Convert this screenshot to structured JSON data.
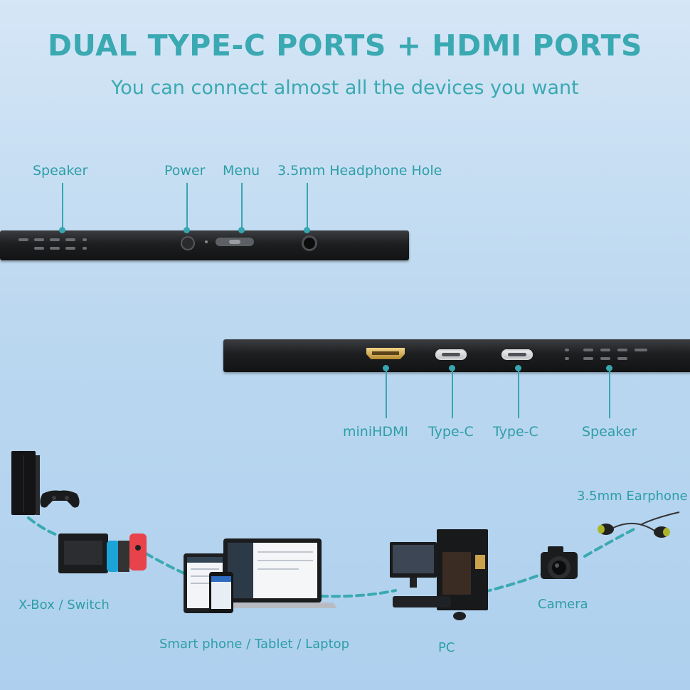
{
  "header": {
    "title": "DUAL TYPE-C PORTS + HDMI PORTS",
    "subtitle": "You can connect almost all the devices you want"
  },
  "top_edge": {
    "labels": {
      "speaker": "Speaker",
      "power": "Power",
      "menu": "Menu",
      "headphone": "3.5mm Headphone Hole"
    }
  },
  "bottom_edge": {
    "labels": {
      "minihdmi": "miniHDMI",
      "typec_1": "Type-C",
      "typec_2": "Type-C",
      "speaker": "Speaker"
    }
  },
  "devices": {
    "console": "X-Box / Switch",
    "mobile": "Smart phone / Tablet / Laptop",
    "pc": "PC",
    "camera": "Camera",
    "earphone": "3.5mm Earphone"
  },
  "colors": {
    "accent": "#37a6b0",
    "background": "#bcd8f0",
    "device_body": "#1d1e20"
  }
}
